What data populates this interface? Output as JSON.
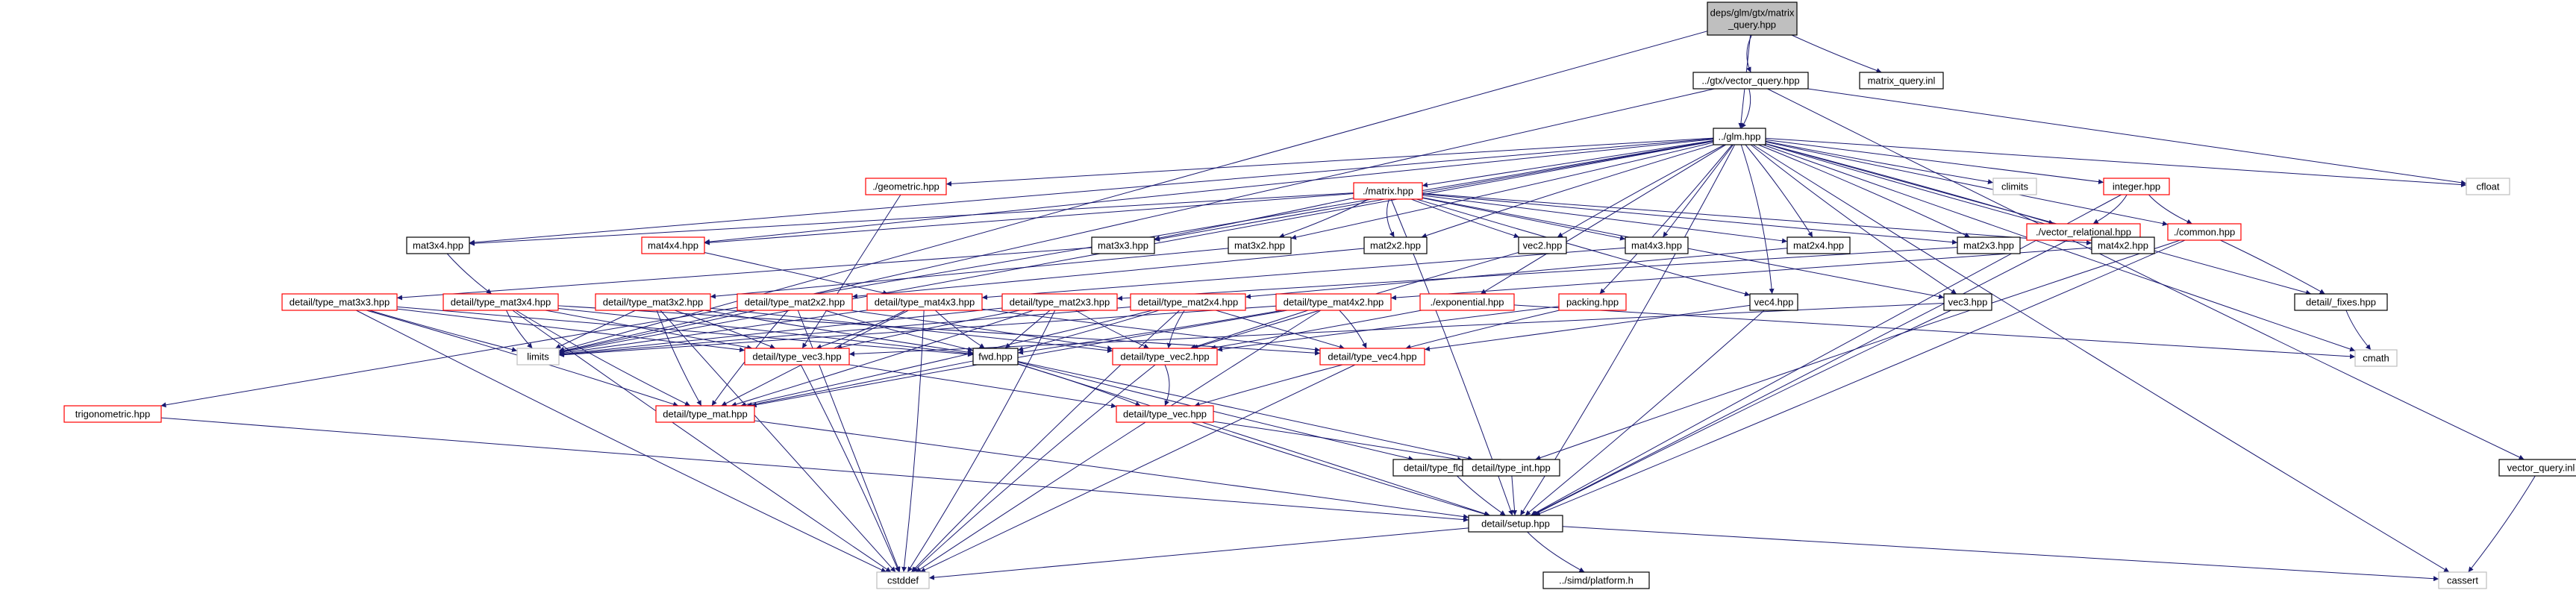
{
  "colors": {
    "edge": "#191970",
    "box_default": "#000000",
    "box_external": "#bfbfbf",
    "box_truncated": "#ff0000",
    "root_fill": "#bfbfbf"
  },
  "nodes": [
    {
      "id": "root",
      "label": [
        "deps/glm/gtx/matrix",
        "_query.hpp"
      ],
      "kind": "root",
      "interactable": false
    },
    {
      "id": "gtx_vector_query",
      "label": "../gtx/vector_query.hpp",
      "kind": "default",
      "interactable": true
    },
    {
      "id": "matrix_query_inl",
      "label": "matrix_query.inl",
      "kind": "default",
      "interactable": true
    },
    {
      "id": "glm",
      "label": "../glm.hpp",
      "kind": "default",
      "interactable": true
    },
    {
      "id": "vector_query_inl",
      "label": "vector_query.inl",
      "kind": "default",
      "interactable": true
    },
    {
      "id": "cfloat",
      "label": "cfloat",
      "kind": "external",
      "interactable": false
    },
    {
      "id": "geometric",
      "label": "./geometric.hpp",
      "kind": "truncated",
      "interactable": true
    },
    {
      "id": "matrix",
      "label": "./matrix.hpp",
      "kind": "truncated",
      "interactable": true
    },
    {
      "id": "climits",
      "label": "climits",
      "kind": "external",
      "interactable": false
    },
    {
      "id": "integer",
      "label": "integer.hpp",
      "kind": "truncated",
      "interactable": true
    },
    {
      "id": "vector_relational",
      "label": "./vector_relational.hpp",
      "kind": "truncated",
      "interactable": true
    },
    {
      "id": "common",
      "label": "./common.hpp",
      "kind": "truncated",
      "interactable": true
    },
    {
      "id": "mat3x4",
      "label": "mat3x4.hpp",
      "kind": "default",
      "interactable": true
    },
    {
      "id": "mat4x4",
      "label": "mat4x4.hpp",
      "kind": "truncated",
      "interactable": true
    },
    {
      "id": "mat3x3",
      "label": "mat3x3.hpp",
      "kind": "default",
      "interactable": true
    },
    {
      "id": "mat3x2",
      "label": "mat3x2.hpp",
      "kind": "default",
      "interactable": true
    },
    {
      "id": "mat2x2",
      "label": "mat2x2.hpp",
      "kind": "default",
      "interactable": true
    },
    {
      "id": "vec2",
      "label": "vec2.hpp",
      "kind": "default",
      "interactable": true
    },
    {
      "id": "mat4x3",
      "label": "mat4x3.hpp",
      "kind": "default",
      "interactable": true
    },
    {
      "id": "mat2x4",
      "label": "mat2x4.hpp",
      "kind": "default",
      "interactable": true
    },
    {
      "id": "mat2x3",
      "label": "mat2x3.hpp",
      "kind": "default",
      "interactable": true
    },
    {
      "id": "mat4x2",
      "label": "mat4x2.hpp",
      "kind": "default",
      "interactable": true
    },
    {
      "id": "detail_fixes",
      "label": "detail/_fixes.hpp",
      "kind": "default",
      "interactable": true
    },
    {
      "id": "type_mat3x3",
      "label": "detail/type_mat3x3.hpp",
      "kind": "truncated",
      "interactable": true
    },
    {
      "id": "type_mat3x4",
      "label": "detail/type_mat3x4.hpp",
      "kind": "truncated",
      "interactable": true
    },
    {
      "id": "type_mat3x2",
      "label": "detail/type_mat3x2.hpp",
      "kind": "truncated",
      "interactable": true
    },
    {
      "id": "type_mat2x2",
      "label": "detail/type_mat2x2.hpp",
      "kind": "truncated",
      "interactable": true
    },
    {
      "id": "type_mat4x3",
      "label": "detail/type_mat4x3.hpp",
      "kind": "truncated",
      "interactable": true
    },
    {
      "id": "type_mat2x3",
      "label": "detail/type_mat2x3.hpp",
      "kind": "truncated",
      "interactable": true
    },
    {
      "id": "type_mat2x4",
      "label": "detail/type_mat2x4.hpp",
      "kind": "truncated",
      "interactable": true
    },
    {
      "id": "type_mat4x2",
      "label": "detail/type_mat4x2.hpp",
      "kind": "truncated",
      "interactable": true
    },
    {
      "id": "exponential",
      "label": "./exponential.hpp",
      "kind": "truncated",
      "interactable": true
    },
    {
      "id": "packing",
      "label": "packing.hpp",
      "kind": "truncated",
      "interactable": true
    },
    {
      "id": "vec4",
      "label": "vec4.hpp",
      "kind": "default",
      "interactable": true
    },
    {
      "id": "vec3",
      "label": "vec3.hpp",
      "kind": "default",
      "interactable": true
    },
    {
      "id": "cmath",
      "label": "cmath",
      "kind": "external",
      "interactable": false
    },
    {
      "id": "trigonometric",
      "label": "trigonometric.hpp",
      "kind": "truncated",
      "interactable": true
    },
    {
      "id": "limits",
      "label": "limits",
      "kind": "external",
      "interactable": false
    },
    {
      "id": "type_vec3",
      "label": "detail/type_vec3.hpp",
      "kind": "truncated",
      "interactable": true
    },
    {
      "id": "fwd",
      "label": "fwd.hpp",
      "kind": "default",
      "interactable": true
    },
    {
      "id": "type_vec2",
      "label": "detail/type_vec2.hpp",
      "kind": "truncated",
      "interactable": true
    },
    {
      "id": "type_vec4",
      "label": "detail/type_vec4.hpp",
      "kind": "truncated",
      "interactable": true
    },
    {
      "id": "type_mat",
      "label": "detail/type_mat.hpp",
      "kind": "truncated",
      "interactable": true
    },
    {
      "id": "type_vec",
      "label": "detail/type_vec.hpp",
      "kind": "truncated",
      "interactable": true
    },
    {
      "id": "type_float",
      "label": "detail/type_float.hpp",
      "kind": "default",
      "interactable": true
    },
    {
      "id": "type_int",
      "label": "detail/type_int.hpp",
      "kind": "default",
      "interactable": true
    },
    {
      "id": "setup",
      "label": "detail/setup.hpp",
      "kind": "default",
      "interactable": true
    },
    {
      "id": "cstddef",
      "label": "cstddef",
      "kind": "external",
      "interactable": false
    },
    {
      "id": "platform",
      "label": "../simd/platform.h",
      "kind": "default",
      "interactable": true
    },
    {
      "id": "cassert",
      "label": "cassert",
      "kind": "external",
      "interactable": false
    }
  ],
  "edges": [
    [
      "root",
      "gtx_vector_query"
    ],
    [
      "root",
      "matrix_query_inl"
    ],
    [
      "root",
      "glm"
    ],
    [
      "root",
      "limits"
    ],
    [
      "gtx_vector_query",
      "glm"
    ],
    [
      "gtx_vector_query",
      "vector_query_inl"
    ],
    [
      "gtx_vector_query",
      "cfloat"
    ],
    [
      "gtx_vector_query",
      "limits"
    ],
    [
      "vector_query_inl",
      "cassert"
    ],
    [
      "glm",
      "cfloat"
    ],
    [
      "glm",
      "climits"
    ],
    [
      "glm",
      "geometric"
    ],
    [
      "glm",
      "matrix"
    ],
    [
      "glm",
      "integer"
    ],
    [
      "glm",
      "vector_relational"
    ],
    [
      "glm",
      "common"
    ],
    [
      "glm",
      "mat3x4"
    ],
    [
      "glm",
      "mat4x4"
    ],
    [
      "glm",
      "mat3x3"
    ],
    [
      "glm",
      "mat3x2"
    ],
    [
      "glm",
      "mat2x2"
    ],
    [
      "glm",
      "vec2"
    ],
    [
      "glm",
      "mat4x3"
    ],
    [
      "glm",
      "mat2x4"
    ],
    [
      "glm",
      "mat2x3"
    ],
    [
      "glm",
      "mat4x2"
    ],
    [
      "glm",
      "detail_fixes"
    ],
    [
      "glm",
      "exponential"
    ],
    [
      "glm",
      "packing"
    ],
    [
      "glm",
      "vec4"
    ],
    [
      "glm",
      "vec3"
    ],
    [
      "glm",
      "cmath"
    ],
    [
      "glm",
      "trigonometric"
    ],
    [
      "glm",
      "limits"
    ],
    [
      "glm",
      "setup"
    ],
    [
      "glm",
      "cassert"
    ],
    [
      "matrix",
      "mat3x4"
    ],
    [
      "matrix",
      "mat4x4"
    ],
    [
      "matrix",
      "mat3x3"
    ],
    [
      "matrix",
      "mat3x2"
    ],
    [
      "matrix",
      "mat2x2"
    ],
    [
      "matrix",
      "vec2"
    ],
    [
      "matrix",
      "mat4x3"
    ],
    [
      "matrix",
      "mat2x4"
    ],
    [
      "matrix",
      "mat2x3"
    ],
    [
      "matrix",
      "mat4x2"
    ],
    [
      "matrix",
      "vec4"
    ],
    [
      "matrix",
      "vec3"
    ],
    [
      "matrix",
      "setup"
    ],
    [
      "integer",
      "vector_relational"
    ],
    [
      "integer",
      "common"
    ],
    [
      "integer",
      "setup"
    ],
    [
      "vector_relational",
      "setup"
    ],
    [
      "common",
      "detail_fixes"
    ],
    [
      "common",
      "setup"
    ],
    [
      "common",
      "type_int"
    ],
    [
      "mat3x4",
      "type_mat3x4"
    ],
    [
      "mat4x4",
      "type_mat4x3"
    ],
    [
      "mat3x3",
      "type_mat3x3"
    ],
    [
      "mat3x2",
      "type_mat3x2"
    ],
    [
      "mat2x2",
      "type_mat2x2"
    ],
    [
      "vec2",
      "type_vec2"
    ],
    [
      "mat4x3",
      "type_mat4x3"
    ],
    [
      "mat2x4",
      "type_mat2x4"
    ],
    [
      "mat2x3",
      "type_mat2x3"
    ],
    [
      "mat4x2",
      "type_mat4x2"
    ],
    [
      "detail_fixes",
      "cmath"
    ],
    [
      "geometric",
      "type_vec3"
    ],
    [
      "exponential",
      "type_vec2"
    ],
    [
      "exponential",
      "cmath"
    ],
    [
      "packing",
      "type_vec2"
    ],
    [
      "packing",
      "type_vec4"
    ],
    [
      "vec4",
      "type_vec4"
    ],
    [
      "vec4",
      "setup"
    ],
    [
      "vec3",
      "type_vec3"
    ],
    [
      "vec3",
      "setup"
    ],
    [
      "type_mat3x3",
      "limits"
    ],
    [
      "type_mat3x3",
      "type_vec3"
    ],
    [
      "type_mat3x3",
      "fwd"
    ],
    [
      "type_mat3x3",
      "type_mat"
    ],
    [
      "type_mat3x3",
      "cstddef"
    ],
    [
      "type_mat3x4",
      "limits"
    ],
    [
      "type_mat3x4",
      "type_vec3"
    ],
    [
      "type_mat3x4",
      "type_vec4"
    ],
    [
      "type_mat3x4",
      "fwd"
    ],
    [
      "type_mat3x4",
      "type_mat"
    ],
    [
      "type_mat3x4",
      "cstddef"
    ],
    [
      "type_mat3x2",
      "limits"
    ],
    [
      "type_mat3x2",
      "type_vec3"
    ],
    [
      "type_mat3x2",
      "type_vec2"
    ],
    [
      "type_mat3x2",
      "fwd"
    ],
    [
      "type_mat3x2",
      "type_mat"
    ],
    [
      "type_mat3x2",
      "cstddef"
    ],
    [
      "type_mat2x2",
      "limits"
    ],
    [
      "type_mat2x2",
      "type_vec2"
    ],
    [
      "type_mat2x2",
      "fwd"
    ],
    [
      "type_mat2x2",
      "type_mat"
    ],
    [
      "type_mat2x2",
      "cstddef"
    ],
    [
      "type_mat4x3",
      "limits"
    ],
    [
      "type_mat4x3",
      "type_vec3"
    ],
    [
      "type_mat4x3",
      "type_vec4"
    ],
    [
      "type_mat4x3",
      "fwd"
    ],
    [
      "type_mat4x3",
      "type_mat"
    ],
    [
      "type_mat4x3",
      "cstddef"
    ],
    [
      "type_mat2x3",
      "limits"
    ],
    [
      "type_mat2x3",
      "type_vec3"
    ],
    [
      "type_mat2x3",
      "type_vec2"
    ],
    [
      "type_mat2x3",
      "fwd"
    ],
    [
      "type_mat2x3",
      "type_mat"
    ],
    [
      "type_mat2x3",
      "cstddef"
    ],
    [
      "type_mat2x4",
      "limits"
    ],
    [
      "type_mat2x4",
      "type_vec2"
    ],
    [
      "type_mat2x4",
      "type_vec4"
    ],
    [
      "type_mat2x4",
      "fwd"
    ],
    [
      "type_mat2x4",
      "type_mat"
    ],
    [
      "type_mat2x4",
      "cstddef"
    ],
    [
      "type_mat4x2",
      "limits"
    ],
    [
      "type_mat4x2",
      "type_vec2"
    ],
    [
      "type_mat4x2",
      "type_vec4"
    ],
    [
      "type_mat4x2",
      "fwd"
    ],
    [
      "type_mat4x2",
      "type_mat"
    ],
    [
      "type_mat4x2",
      "cstddef"
    ],
    [
      "type_vec3",
      "type_vec"
    ],
    [
      "type_vec3",
      "cstddef"
    ],
    [
      "fwd",
      "type_vec"
    ],
    [
      "fwd",
      "type_float"
    ],
    [
      "fwd",
      "type_int"
    ],
    [
      "fwd",
      "type_mat"
    ],
    [
      "fwd",
      "setup"
    ],
    [
      "type_vec2",
      "type_vec"
    ],
    [
      "type_vec2",
      "cstddef"
    ],
    [
      "type_vec4",
      "type_vec"
    ],
    [
      "type_vec4",
      "cstddef"
    ],
    [
      "type_mat",
      "setup"
    ],
    [
      "type_vec",
      "type_int"
    ],
    [
      "type_vec",
      "setup"
    ],
    [
      "type_float",
      "setup"
    ],
    [
      "type_int",
      "setup"
    ],
    [
      "trigonometric",
      "setup"
    ],
    [
      "setup",
      "cstddef"
    ],
    [
      "setup",
      "platform"
    ],
    [
      "setup",
      "cassert"
    ]
  ]
}
